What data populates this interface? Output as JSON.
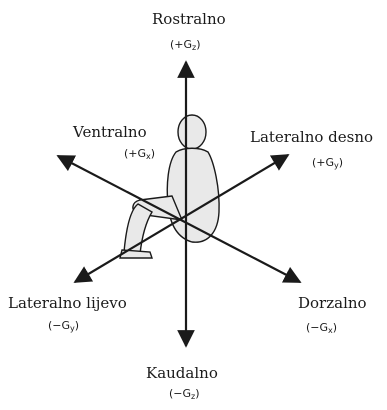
{
  "axes": {
    "up": {
      "label": "Rostralno",
      "sign": "(+G",
      "sub": "z",
      "close": ")"
    },
    "down": {
      "label": "Kaudalno",
      "sign": "(−G",
      "sub": "z",
      "close": ")"
    },
    "ul": {
      "label": "Ventralno",
      "sign": "(+G",
      "sub": "x",
      "close": ")"
    },
    "ur": {
      "label": "Lateralno desno",
      "sign": "(+G",
      "sub": "y",
      "close": ")"
    },
    "ll": {
      "label": "Lateralno lijevo",
      "sign": "(−G",
      "sub": "y",
      "close": ")"
    },
    "lr": {
      "label": "Dorzalno",
      "sign": "(−G",
      "sub": "x",
      "close": ")"
    }
  },
  "colors": {
    "ink": "#1a1a1a",
    "figure_fill": "#e9e9e9"
  }
}
